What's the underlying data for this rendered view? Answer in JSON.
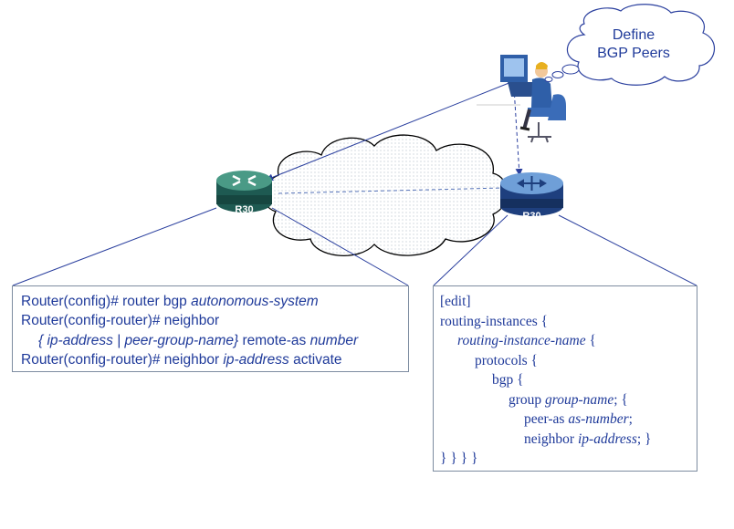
{
  "thought_bubble": {
    "line1": "Define",
    "line2": "BGP Peers"
  },
  "routers": {
    "left_label": "R30",
    "right_label": "R30"
  },
  "cisco_config": {
    "line1": {
      "text": "Router(config)# router bgp ",
      "arg": "autonomous-system"
    },
    "line2": {
      "text": "Router(config-router)# neighbor"
    },
    "line3": {
      "open": "{ ",
      "arg1": "ip-address",
      "sep": " | ",
      "arg2": "peer-group-name",
      "close": "}",
      "text": " remote-as ",
      "arg3": "number"
    },
    "line4": {
      "text": "Router(config-router)# neighbor ",
      "arg": "ip-address",
      "text2": " activate"
    }
  },
  "juniper_config": {
    "line1": "[edit]",
    "line2": "routing-instances {",
    "line3": {
      "arg": "routing-instance-name",
      "text": " {"
    },
    "line4": "protocols {",
    "line5": "bgp {",
    "line6": {
      "text": "group ",
      "arg": "group-name",
      "text2": "; {"
    },
    "line7": {
      "text": "peer-as ",
      "arg": "as-number",
      "text2": ";"
    },
    "line8": {
      "text": "neighbor ",
      "arg": "ip-address",
      "text2": "; }"
    },
    "line9": "} } } }"
  }
}
